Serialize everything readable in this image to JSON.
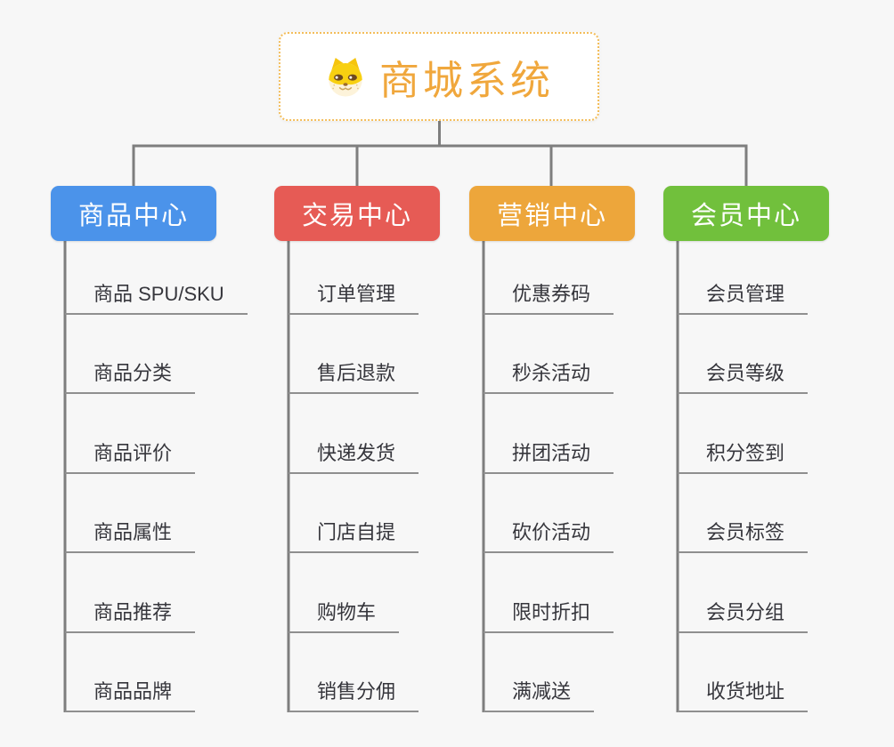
{
  "page": {
    "background": "#f7f7f7",
    "connector_color": "#7e7e7e",
    "leaf_line_color": "#8f8f8f"
  },
  "root": {
    "title": "商城系统",
    "icon": "dog-icon",
    "title_color": "#f0a73c",
    "border_color": "#f3bd5a"
  },
  "branches": [
    {
      "label": "商品中心",
      "color": "#4b93ea",
      "children": [
        "商品 SPU/SKU",
        "商品分类",
        "商品评价",
        "商品属性",
        "商品推荐",
        "商品品牌"
      ]
    },
    {
      "label": "交易中心",
      "color": "#e65b55",
      "children": [
        "订单管理",
        "售后退款",
        "快递发货",
        "门店自提",
        "购物车",
        "销售分佣"
      ]
    },
    {
      "label": "营销中心",
      "color": "#eda63b",
      "children": [
        "优惠券码",
        "秒杀活动",
        "拼团活动",
        "砍价活动",
        "限时折扣",
        "满减送"
      ]
    },
    {
      "label": "会员中心",
      "color": "#71c03c",
      "children": [
        "会员管理",
        "会员等级",
        "积分签到",
        "会员标签",
        "会员分组",
        "收货地址"
      ]
    }
  ]
}
